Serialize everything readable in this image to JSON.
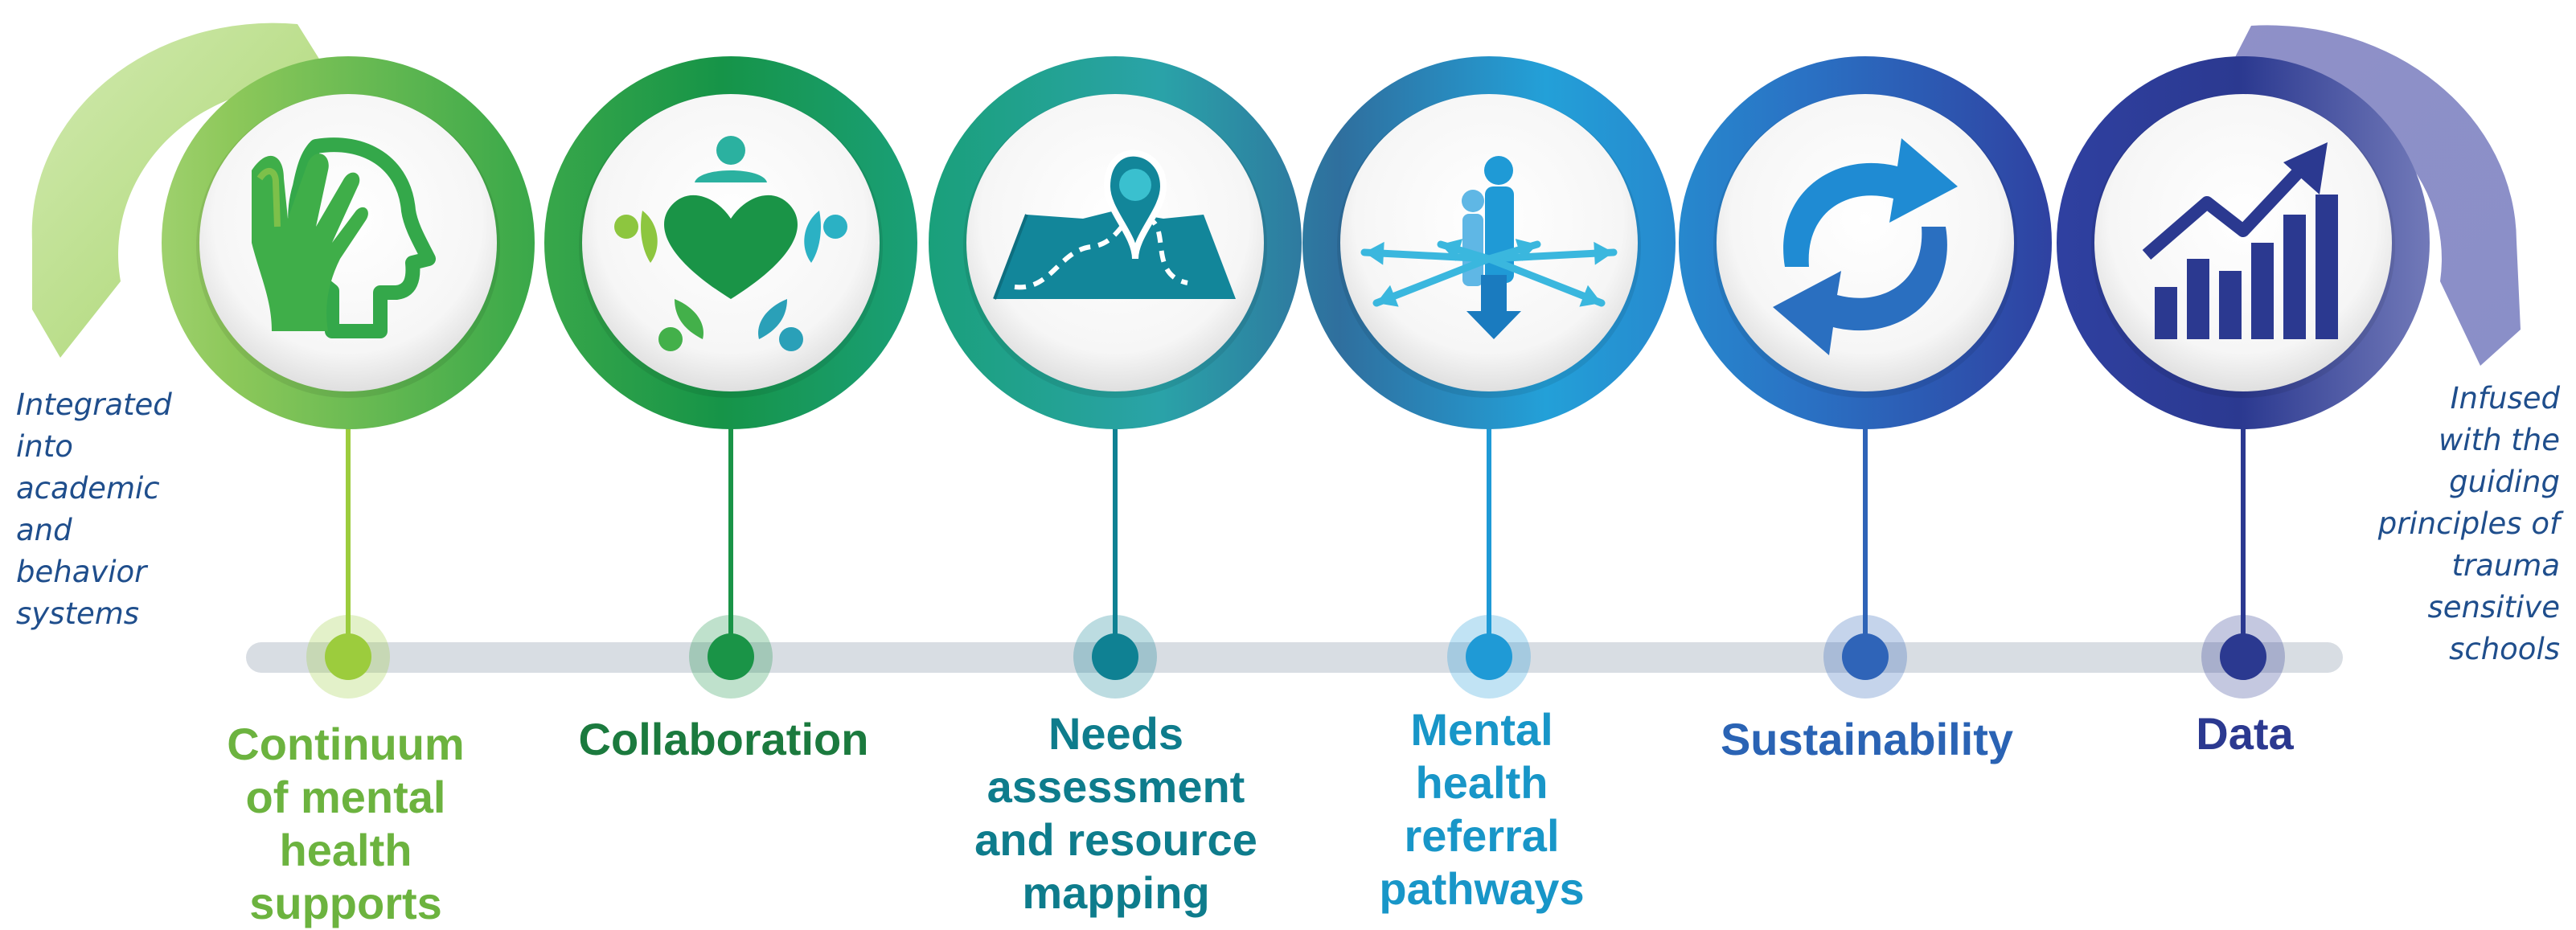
{
  "side_notes": {
    "left": [
      "Integrated",
      "into",
      "academic",
      "and",
      "behavior",
      "systems"
    ],
    "right": [
      "Infused",
      "with the",
      "guiding",
      "principles of",
      "trauma",
      "sensitive",
      "schools"
    ]
  },
  "steps": [
    {
      "label_lines": [
        "Continuum",
        "of mental",
        "health",
        "supports"
      ],
      "icon": "head-with-hand-icon",
      "color": "#6cb33f",
      "dot_color": "#9ccc3d"
    },
    {
      "label_lines": [
        "Collaboration"
      ],
      "icon": "people-heart-icon",
      "color": "#1b7a3e",
      "dot_color": "#1a9447"
    },
    {
      "label_lines": [
        "Needs",
        "assessment",
        "and resource",
        "mapping"
      ],
      "icon": "map-pin-icon",
      "color": "#0e7c8c",
      "dot_color": "#0f8193"
    },
    {
      "label_lines": [
        "Mental",
        "health",
        "referral",
        "pathways"
      ],
      "icon": "family-arrows-icon",
      "color": "#1896c8",
      "dot_color": "#1f9ad6"
    },
    {
      "label_lines": [
        "Sustainability"
      ],
      "icon": "refresh-arrows-icon",
      "color": "#2a63b4",
      "dot_color": "#2f64b8"
    },
    {
      "label_lines": [
        "Data"
      ],
      "icon": "bar-chart-growth-icon",
      "color": "#2b3990",
      "dot_color": "#2b3990"
    }
  ],
  "colors": {
    "ring_gradient": [
      "#c6e49a",
      "#7dc04a",
      "#179a4d",
      "#1a9e78",
      "#2e9fa8",
      "#2f7aa6",
      "#2a9bd8",
      "#2a6fc0",
      "#2f3f9c",
      "#2b3990",
      "#9a9ed4"
    ],
    "timeline_bar": "#d8dde3",
    "side_note_text": "#1f4e8c"
  }
}
